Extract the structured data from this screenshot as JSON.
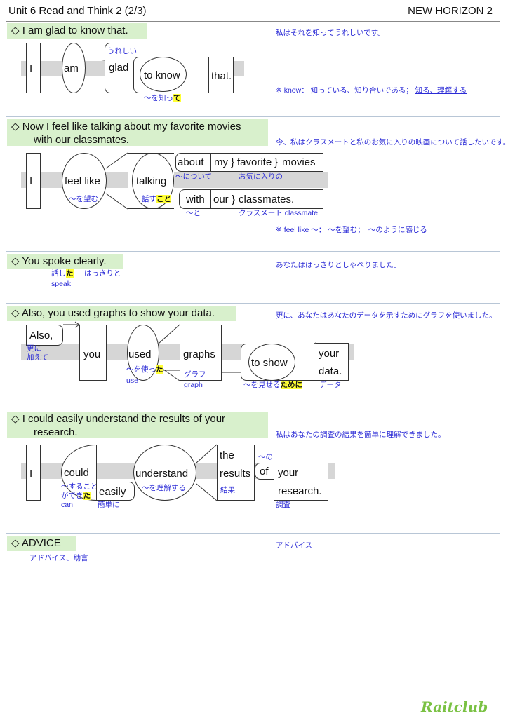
{
  "header": {
    "title": "Unit 6 Read and Think 2 (2/3)",
    "textbook": "NEW HORIZON 2"
  },
  "s1": {
    "sentence": "◇ I am glad to know that.",
    "translation": "私はそれを知ってうれしいです。",
    "words": {
      "i": "I",
      "am": "am",
      "glad": "glad",
      "to_know": "to know",
      "that": "that."
    },
    "glosses": {
      "glad": "うれしい",
      "to_know_a": "〜を知っ",
      "to_know_b": "て"
    },
    "note": {
      "prefix": "※ know：",
      "meaning1": "知っている、知り合いである；",
      "meaning2": "知る、理解する"
    }
  },
  "s2": {
    "sentence_1": "◇ Now I feel like talking about my favorite movies",
    "sentence_2": "with our classmates.",
    "translation": "今、私はクラスメートと私のお気に入りの映画について話したいです。",
    "words": {
      "i": "I",
      "feel_like": "feel like",
      "talking": "talking",
      "about": "about",
      "my": "my",
      "favorite": "favorite",
      "movies": "movies",
      "with": "with",
      "our": "our",
      "classmates": "classmates."
    },
    "glosses": {
      "feel_like": "〜を望む",
      "talking_a": "話す",
      "talking_b": "こと",
      "about": "〜について",
      "favorite": "お気に入りの",
      "with": "〜と",
      "classmates": "クラスメート classmate"
    },
    "note": {
      "prefix": "※ feel like 〜：",
      "meaning1": "〜を望む",
      "meaning2": "；　〜のように感じる"
    }
  },
  "s3": {
    "sentence": "◇ You spoke clearly.",
    "translation": "あなたははっきりとしゃべりました。",
    "glosses": {
      "spoke_a": "話し",
      "spoke_b": "た",
      "clearly": "はっきりと",
      "spoke_base": "speak"
    }
  },
  "s4": {
    "sentence": "◇ Also, you used graphs to show your data.",
    "translation": "更に、あなたはあなたのデータを示すためにグラフを使いました。",
    "words": {
      "also": "Also,",
      "you": "you",
      "used": "used",
      "graphs": "graphs",
      "to_show": "to show",
      "your": "your",
      "data": "data."
    },
    "glosses": {
      "also_1": "更に",
      "also_2": "加えて",
      "used_a": "〜を使っ",
      "used_b": "た",
      "used_base": "use",
      "graphs": "グラフ",
      "graphs_base": "graph",
      "to_show_a": "〜を見せる",
      "to_show_b": "ために",
      "data": "データ"
    }
  },
  "s5": {
    "sentence_1": "◇ I could easily understand the results of your",
    "sentence_2": "research.",
    "translation": "私はあなたの調査の結果を簡単に理解できました。",
    "words": {
      "i": "I",
      "could": "could",
      "easily": "easily",
      "understand": "understand",
      "the": "the",
      "results": "results",
      "of": "of",
      "your": "your",
      "research": "research."
    },
    "glosses": {
      "could_1": "〜すること",
      "could_2a": "ができ",
      "could_2b": "た",
      "could_base": "can",
      "easily": "簡単に",
      "understand": "〜を理解する",
      "results": "結果",
      "of": "〜の",
      "research": "調査"
    }
  },
  "s6": {
    "sentence": "◇ ADVICE",
    "translation": "アドバイス",
    "gloss": "アドバイス、助言"
  },
  "logo": "Raitclub"
}
